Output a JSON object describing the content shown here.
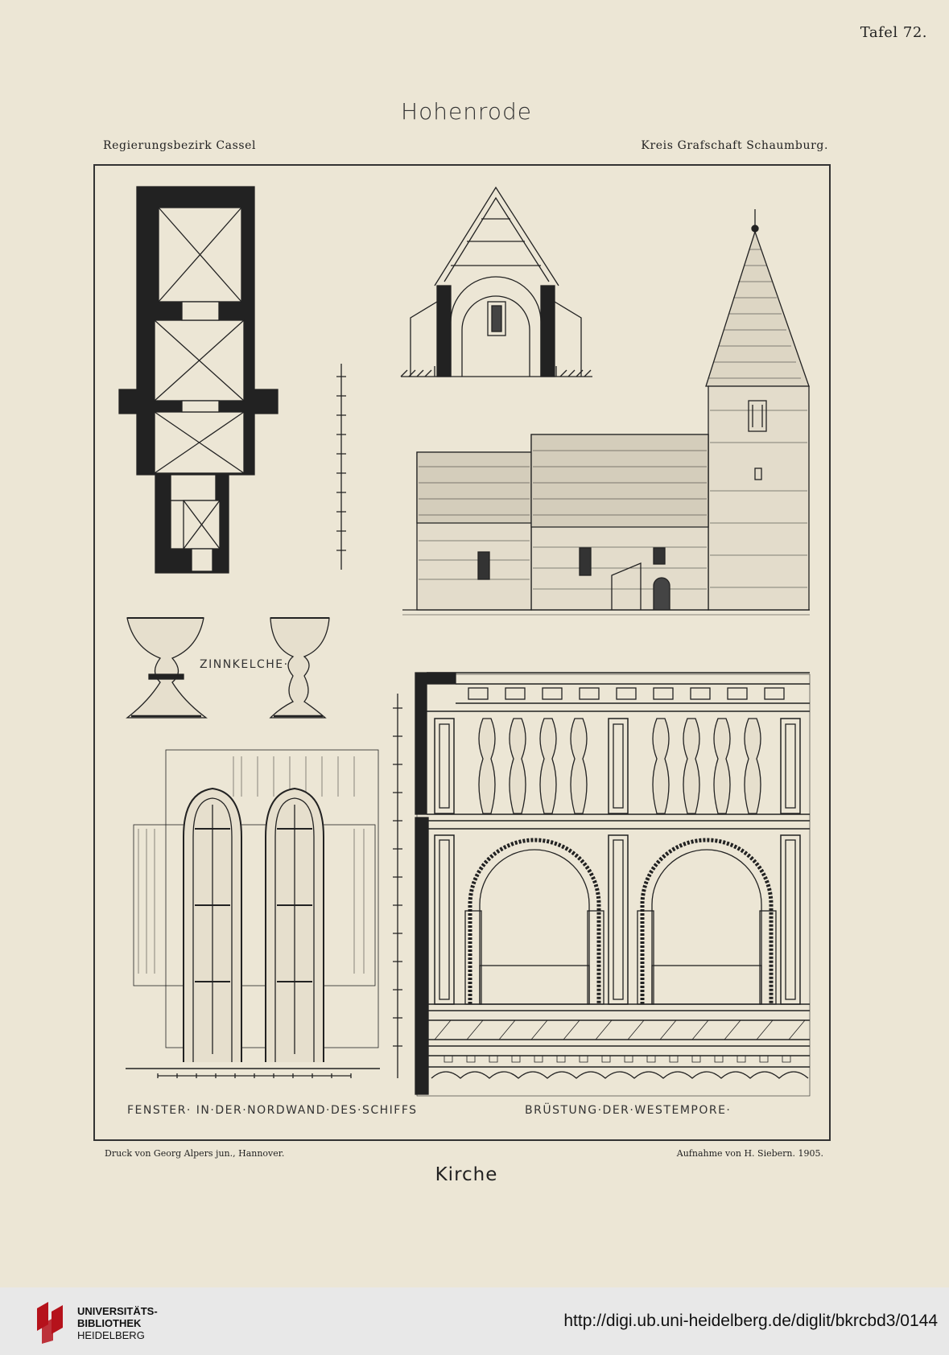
{
  "plate": {
    "number_label": "Tafel 72.",
    "title": "Hohenrode",
    "region_left": "Regierungsbezirk Cassel",
    "region_right": "Kreis Grafschaft Schaumburg.",
    "caption_chalices": "ZINNKELCHE·",
    "caption_window": "FENSTER· IN·DER·NORDWAND·DES·SCHIFFS",
    "caption_gallery": "BRÜSTUNG·DER·WESTEMPORE·",
    "printer": "Druck von Georg Alpers jun., Hannover.",
    "survey": "Aufnahme von H. Siebern.  1905.",
    "subtitle": "Kirche"
  },
  "footer": {
    "library_line1": "UNIVERSITÄTS-",
    "library_line2": "BIBLIOTHEK",
    "library_line3": "HEIDELBERG",
    "url": "http://digi.ub.uni-heidelberg.de/diglit/bkrcbd3/0144",
    "logo_color": "#b5121b"
  }
}
